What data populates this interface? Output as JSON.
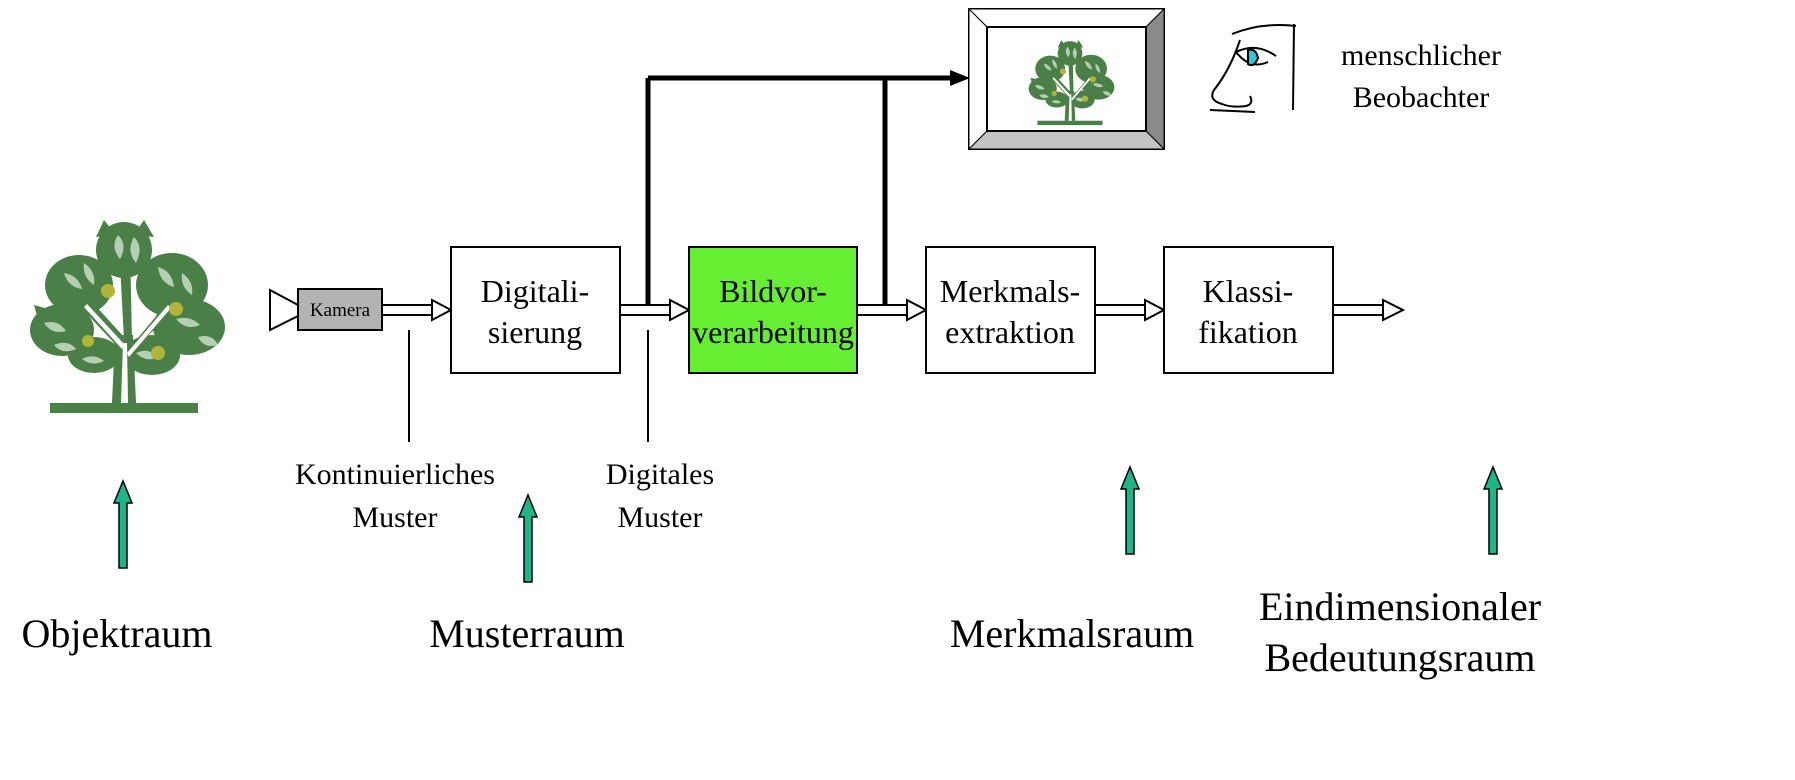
{
  "labels": {
    "kamera": "Kamera",
    "digitalisierung": [
      "Digitali-",
      "sierung"
    ],
    "bildvorverarbeitung": [
      "Bildvor-",
      "verarbeitung"
    ],
    "merkmalsextraktion": [
      "Merkmals-",
      "extraktion"
    ],
    "klassifikation": [
      "Klassi-",
      "fikation"
    ],
    "kontinuierliches_muster": [
      "Kontinuierliches",
      "Muster"
    ],
    "digitales_muster": [
      "Digitales",
      "Muster"
    ],
    "beobachter": [
      "menschlicher",
      "Beobachter"
    ],
    "objektraum": "Objektraum",
    "musterraum": "Musterraum",
    "merkmalsraum": "Merkmalsraum",
    "bedeutungsraum": [
      "Eindimensionaler",
      "Bedeutungsraum"
    ]
  },
  "colors": {
    "highlight": "#66ee33",
    "tree_dark": "#4a8048",
    "tree_light": "#b4cfb2",
    "tree_fruit": "#b2b43a",
    "space_arrow": "#1fb58a",
    "camera_body": "#b3b3b3",
    "eye": "#33c8d8"
  },
  "icons": {
    "tree": "tree-icon",
    "monitor": "monitor-icon",
    "camera": "camera-icon",
    "eye": "human-eye-icon"
  }
}
